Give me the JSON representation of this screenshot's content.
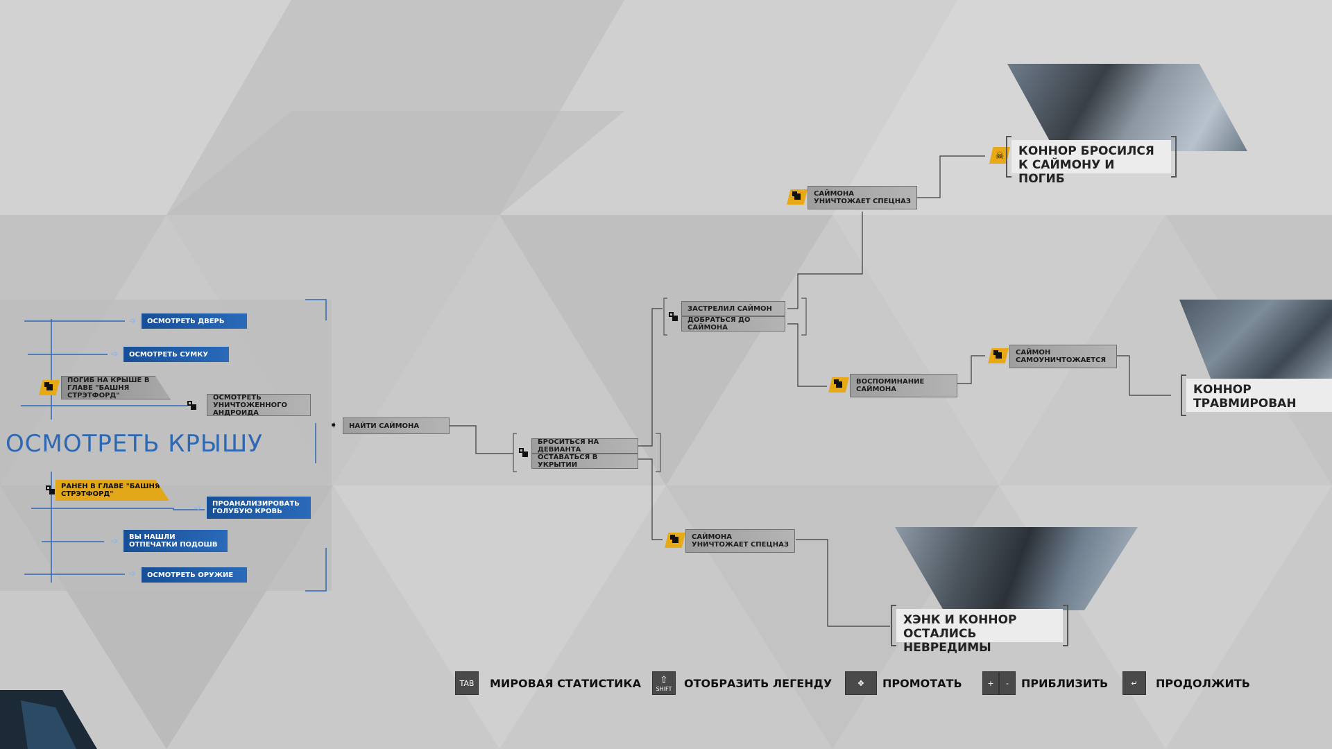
{
  "area": {
    "title": "ОСМОТРЕТЬ КРЫШУ"
  },
  "left_clues": {
    "door": "ОСМОТРЕТЬ ДВЕРЬ",
    "bag": "ОСМОТРЕТЬ СУМКУ",
    "died_roof": "ПОГИБ НА КРЫШЕ В ГЛАВЕ \"БАШНЯ СТРЭТФОРД\"",
    "destroyed_android": "ОСМОТРЕТЬ УНИЧТОЖЕННОГО АНДРОИДА",
    "wounded": "РАНЕН В ГЛАВЕ \"БАШНЯ СТРЭТФОРД\"",
    "blue_blood": "ПРОАНАЛИЗИРОВАТЬ ГОЛУБУЮ КРОВЬ",
    "footprints": "ВЫ НАШЛИ ОТПЕЧАТКИ ПОДОШВ",
    "weapon": "ОСМОТРЕТЬ ОРУЖИЕ"
  },
  "flow": {
    "find_simon": "НАЙТИ САЙМОНА",
    "rush_deviant": "БРОСИТЬСЯ НА ДЕВИАНТА",
    "stay_cover": "ОСТАВАТЬСЯ В УКРЫТИИ",
    "shot_simon": "ЗАСТРЕЛИЛ САЙМОН",
    "reach_simon": "ДОБРАТЬСЯ ДО САЙМОНА",
    "swat_top": "САЙМОНА УНИЧТОЖАЕТ СПЕЦНАЗ",
    "memory": "ВОСПОМИНАНИЕ САЙМОНА",
    "self_destruct": "САЙМОН САМОУНИЧТОЖАЕТСЯ",
    "swat_bottom": "САЙМОНА УНИЧТОЖАЕТ СПЕЦНАЗ"
  },
  "endings": {
    "connor_died": "КОННОР БРОСИЛСЯ К САЙМОНУ И ПОГИБ",
    "connor_injured": "КОННОР ТРАВМИРОВАН",
    "both_safe": "ХЭНК И КОННОР ОСТАЛИСЬ НЕВРЕДИМЫ"
  },
  "legend": {
    "tab_key": "TAB",
    "world_stats": "МИРОВАЯ СТАТИСТИКА",
    "shift_key": "SHIFT",
    "show_legend": "ОТОБРАЗИТЬ ЛЕГЕНДУ",
    "scroll": "ПРОМОТАТЬ",
    "plus_key": "+",
    "minus_key": "-",
    "zoom": "ПРИБЛИЗИТЬ",
    "continue": "ПРОДОЛЖИТЬ"
  },
  "colors": {
    "accent_blue": "#2e68b3",
    "lock_gold": "#e8a917",
    "node_blue": "#174f97"
  }
}
